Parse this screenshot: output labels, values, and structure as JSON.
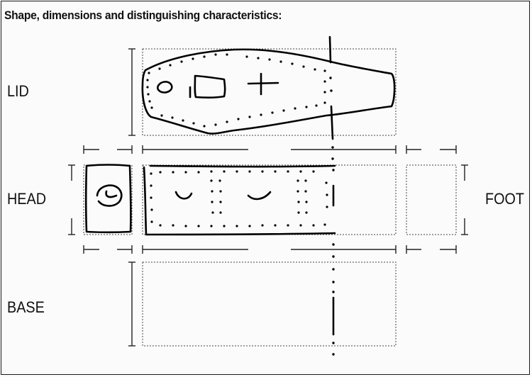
{
  "form": {
    "title": "Shape, dimensions and distinguishing characteristics:",
    "labels": {
      "lid": "LID",
      "head": "HEAD",
      "foot": "FOOT",
      "base": "BASE"
    }
  }
}
